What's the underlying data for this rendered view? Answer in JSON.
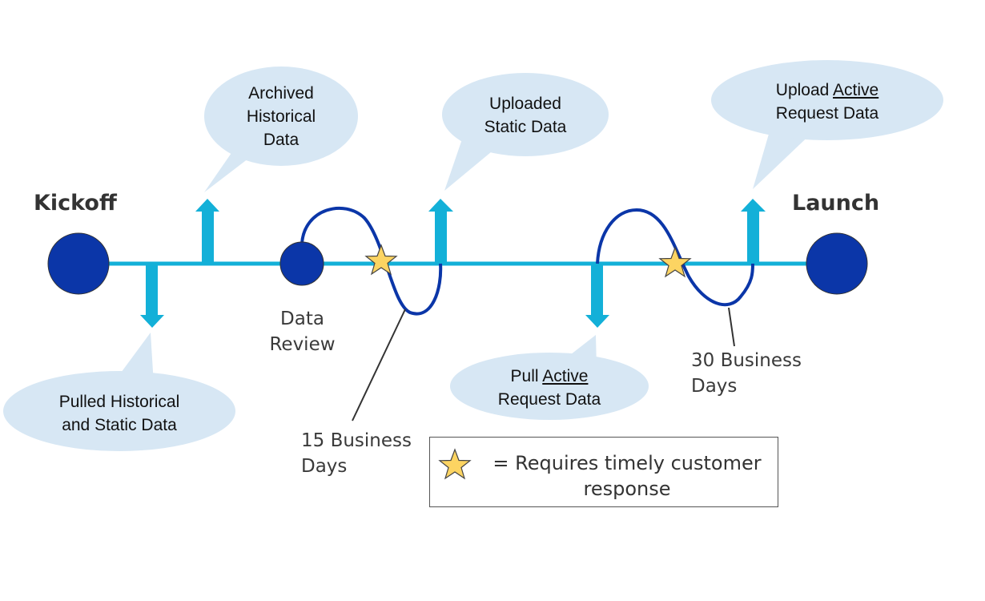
{
  "colors": {
    "timeline": "#13b0d8",
    "milestone_fill": "#0b36a8",
    "loop": "#0b36a8",
    "bubble": "#d7e7f4",
    "star": "#fcd462",
    "text": "#333333"
  },
  "milestones": {
    "kickoff": "Kickoff",
    "data_review": "Data Review",
    "launch": "Launch"
  },
  "bubbles": {
    "archived": {
      "lines": [
        "Archived",
        "Historical",
        "Data"
      ]
    },
    "uploaded_static": {
      "lines": [
        "Uploaded",
        "Static Data"
      ]
    },
    "upload_active": {
      "prefix": "Upload ",
      "underlined": "Active",
      "line2": "Request Data"
    },
    "pulled_hist": {
      "lines": [
        "Pulled Historical",
        "and Static Data"
      ]
    },
    "pull_active": {
      "prefix": "Pull ",
      "underlined": "Active",
      "line2": "Request Data"
    }
  },
  "durations": {
    "first": {
      "line1": "15 Business",
      "line2": "Days"
    },
    "second": {
      "line1": "30 Business",
      "line2": "Days"
    }
  },
  "legend": {
    "icon": "star-icon",
    "text_line1": "= Requires timely customer",
    "text_line2": "response"
  }
}
